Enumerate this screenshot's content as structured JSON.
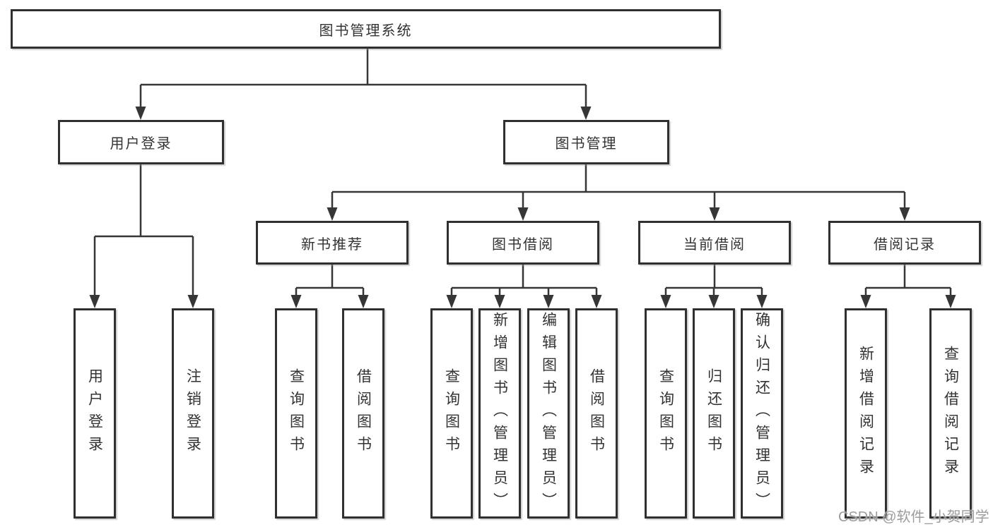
{
  "tree": {
    "label": "图书管理系统",
    "children": [
      {
        "label": "用户登录",
        "children": [
          {
            "label": "用户登录"
          },
          {
            "label": "注销登录"
          }
        ]
      },
      {
        "label": "图书管理",
        "children": [
          {
            "label": "新书推荐",
            "children": [
              {
                "label": "查询图书"
              },
              {
                "label": "借阅图书"
              }
            ]
          },
          {
            "label": "图书借阅",
            "children": [
              {
                "label": "查询图书"
              },
              {
                "label": "新增图书（管理员）"
              },
              {
                "label": "编辑图书（管理员）"
              },
              {
                "label": "借阅图书"
              }
            ]
          },
          {
            "label": "当前借阅",
            "children": [
              {
                "label": "查询图书"
              },
              {
                "label": "归还图书"
              },
              {
                "label": "确认归还（管理员）"
              }
            ]
          },
          {
            "label": "借阅记录",
            "children": [
              {
                "label": "新增借阅记录"
              },
              {
                "label": "查询借阅记录"
              }
            ]
          }
        ]
      }
    ]
  },
  "watermark": "CSDN @软件_小贺同学",
  "colors": {
    "line": "#363636",
    "box_border": "#303030",
    "text": "#333333",
    "watermark": "#9c9c9c",
    "background": "#ffffff"
  }
}
